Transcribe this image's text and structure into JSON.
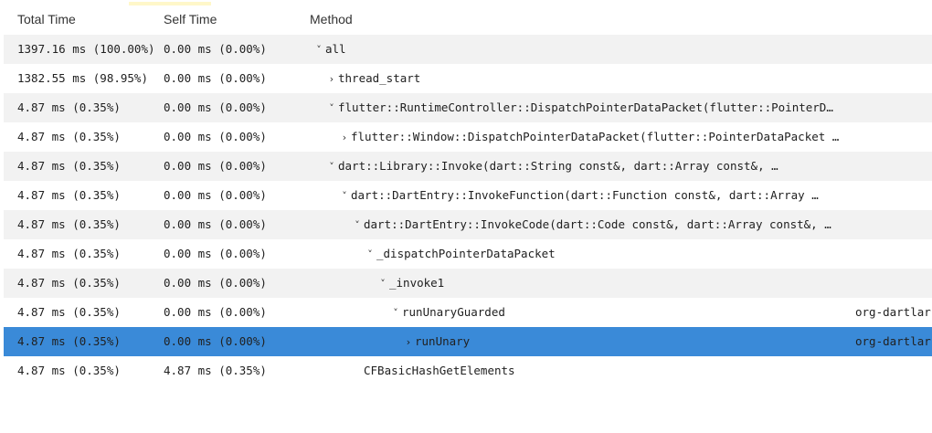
{
  "header": {
    "total_time": "Total Time",
    "self_time": "Self Time",
    "method": "Method"
  },
  "rows": [
    {
      "total": "1397.16 ms (100.00%)",
      "self": "0.00 ms (0.00%)",
      "method": "all",
      "toggle": "expanded",
      "depth": 0,
      "source": ""
    },
    {
      "total": "1382.55 ms (98.95%)",
      "self": "0.00 ms (0.00%)",
      "method": "thread_start",
      "toggle": "collapsed",
      "depth": 1,
      "source": ""
    },
    {
      "total": "4.87 ms (0.35%)",
      "self": "0.00 ms (0.00%)",
      "method": "flutter::RuntimeController::DispatchPointerDataPacket(flutter::PointerD…",
      "toggle": "expanded",
      "depth": 1,
      "source": ""
    },
    {
      "total": "4.87 ms (0.35%)",
      "self": "0.00 ms (0.00%)",
      "method": "flutter::Window::DispatchPointerDataPacket(flutter::PointerDataPacket …",
      "toggle": "collapsed",
      "depth": 2,
      "source": ""
    },
    {
      "total": "4.87 ms (0.35%)",
      "self": "0.00 ms (0.00%)",
      "method": "dart::Library::Invoke(dart::String const&, dart::Array const&, …",
      "toggle": "expanded",
      "depth": 1,
      "source": ""
    },
    {
      "total": "4.87 ms (0.35%)",
      "self": "0.00 ms (0.00%)",
      "method": "dart::DartEntry::InvokeFunction(dart::Function const&, dart::Array …",
      "toggle": "expanded",
      "depth": 2,
      "source": ""
    },
    {
      "total": "4.87 ms (0.35%)",
      "self": "0.00 ms (0.00%)",
      "method": "dart::DartEntry::InvokeCode(dart::Code const&, dart::Array const&, …",
      "toggle": "expanded",
      "depth": 3,
      "source": ""
    },
    {
      "total": "4.87 ms (0.35%)",
      "self": "0.00 ms (0.00%)",
      "method": "_dispatchPointerDataPacket",
      "toggle": "expanded",
      "depth": 4,
      "source": ""
    },
    {
      "total": "4.87 ms (0.35%)",
      "self": "0.00 ms (0.00%)",
      "method": "_invoke1",
      "toggle": "expanded",
      "depth": 5,
      "source": ""
    },
    {
      "total": "4.87 ms (0.35%)",
      "self": "0.00 ms (0.00%)",
      "method": "runUnaryGuarded",
      "toggle": "expanded",
      "depth": 6,
      "source": "org-dartlar"
    },
    {
      "total": "4.87 ms (0.35%)",
      "self": "0.00 ms (0.00%)",
      "method": "runUnary",
      "toggle": "collapsed",
      "depth": 7,
      "source": "org-dartlar",
      "selected": true
    },
    {
      "total": "4.87 ms (0.35%)",
      "self": "4.87 ms (0.35%)",
      "method": "CFBasicHashGetElements",
      "toggle": "none",
      "depth": 3,
      "source": ""
    }
  ],
  "icons": {
    "expanded": "chevron-down-icon",
    "collapsed": "chevron-right-icon"
  },
  "colors": {
    "row_even": "#f2f2f2",
    "row_odd": "#ffffff",
    "selected": "#3a8ad8"
  }
}
